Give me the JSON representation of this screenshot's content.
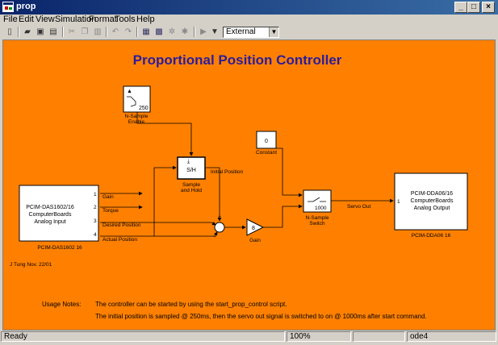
{
  "window": {
    "title": "prop"
  },
  "menu": [
    "File",
    "Edit",
    "View",
    "Simulation",
    "Format",
    "Tools",
    "Help"
  ],
  "toolbar": {
    "sim_mode": "External"
  },
  "diagram": {
    "heading": "Proportional Position Controller",
    "blocks": {
      "nsample_enable": {
        "value": "250",
        "name": [
          "N-Sample",
          "Enable"
        ]
      },
      "sample_hold": {
        "label": "S/H",
        "name": [
          "Sample",
          "and Hold"
        ]
      },
      "constant": {
        "value": "0",
        "name": "Constant"
      },
      "nsample_switch": {
        "value": "1000",
        "name": [
          "N-Sample",
          "Switch"
        ]
      },
      "gain": {
        "value": "8",
        "name": "Gain"
      },
      "analog_input": {
        "text": [
          "PCIM-DAS1602/16",
          "ComputerBoards",
          "Analog Input"
        ],
        "name": "PCIM-DAS1602 16",
        "ports": [
          "1",
          "2",
          "3",
          "4"
        ]
      },
      "analog_output": {
        "text": [
          "PCIM-DDA06/16",
          "ComputerBoards",
          "Analog Output"
        ],
        "name": "PCIM-DDA06 16",
        "port": "1"
      }
    },
    "signals": {
      "gain": "Gain",
      "torque": "Torque",
      "desired": "Desired Position",
      "actual": "Actual Position",
      "initial": "Initial Position",
      "servo_out": "Servo Out"
    },
    "sum_signs": {
      "top": "+",
      "bottom": "−"
    },
    "author": "J Tung Nov. 22/01",
    "usage_label": "Usage Notes:",
    "usage_lines": [
      "The controller can be started by using the start_prop_control script.",
      "The initial position is sampled @ 250ms, then the servo out signal is switched to on @ 1000ms after start command."
    ]
  },
  "status": {
    "ready": "Ready",
    "zoom": "100%",
    "solver": "ode4"
  },
  "colors": {
    "canvas": "#ff8000",
    "heading": "#2a1c9c"
  }
}
